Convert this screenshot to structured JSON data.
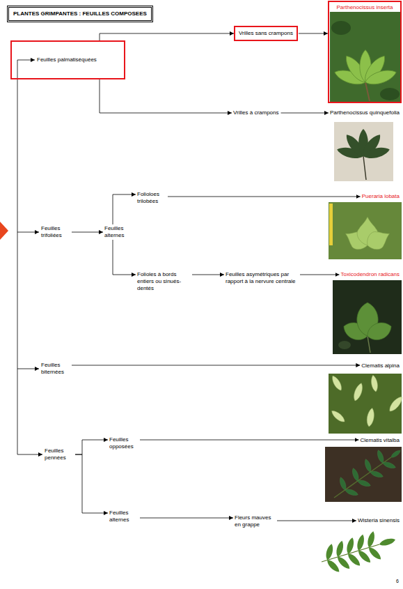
{
  "diagram": {
    "title": "PLANTES GRIMPANTES : FEUILLES COMPOSEES",
    "nodes": [
      {
        "text": [
          "Feuilles palmatiséquées"
        ]
      },
      {
        "text": [
          "Vrilles sans crampons"
        ]
      },
      {
        "text": [
          "Parthenocissus inserta"
        ]
      },
      {
        "text": [
          "Vrilles à crampons"
        ]
      },
      {
        "text": [
          "Parthenocissus quinquefolia"
        ]
      },
      {
        "text": [
          "Feuilles trifoliées"
        ]
      },
      {
        "text": [
          "Feuilles alternes"
        ]
      },
      {
        "text": [
          "Folioloes trilobées"
        ]
      },
      {
        "text": [
          "Pueraria lobata"
        ]
      },
      {
        "text": [
          "Folioles à bords entiers ou sinués-dentés"
        ]
      },
      {
        "text": [
          "Feuilles asymétriques par rapport à la nervure centrale"
        ]
      },
      {
        "text": [
          "Toxicodendron radicans"
        ]
      },
      {
        "text": [
          "Feuilles biternées"
        ]
      },
      {
        "text": [
          "Clematis alpina"
        ]
      },
      {
        "text": [
          "Feuilles pennées"
        ]
      },
      {
        "text": [
          "Feuilles opposées"
        ]
      },
      {
        "text": [
          "Clematis vitalba"
        ]
      },
      {
        "text": [
          "Feuilles alternes"
        ]
      },
      {
        "text": [
          "Fleurs mauves en grappe"
        ]
      },
      {
        "text": [
          "Wisteria sinensis"
        ]
      }
    ],
    "edges": [
      {
        "from": 0,
        "to": 1,
        "arrow": "to"
      },
      {
        "from": 0,
        "to": 3,
        "arrow": "to"
      },
      {
        "from": 1,
        "to": 2,
        "arrow": "to"
      },
      {
        "from": 3,
        "to": 4,
        "arrow": "to"
      },
      {
        "from": 5,
        "to": 6,
        "arrow": "to"
      },
      {
        "from": 6,
        "to": 7,
        "arrow": "to"
      },
      {
        "from": 6,
        "to": 9,
        "arrow": "to"
      },
      {
        "from": 7,
        "to": 8,
        "arrow": "to"
      },
      {
        "from": 9,
        "to": 10,
        "arrow": "to"
      },
      {
        "from": 10,
        "to": 11,
        "arrow": "to"
      },
      {
        "from": 12,
        "to": 13,
        "arrow": "to"
      },
      {
        "from": 14,
        "to": 15,
        "arrow": "to"
      },
      {
        "from": 14,
        "to": 17,
        "arrow": "to"
      },
      {
        "from": 15,
        "to": 16,
        "arrow": "to"
      },
      {
        "from": 17,
        "to": 18,
        "arrow": "to"
      },
      {
        "from": 18,
        "to": 19,
        "arrow": "to"
      }
    ],
    "labels": [
      "6"
    ]
  }
}
